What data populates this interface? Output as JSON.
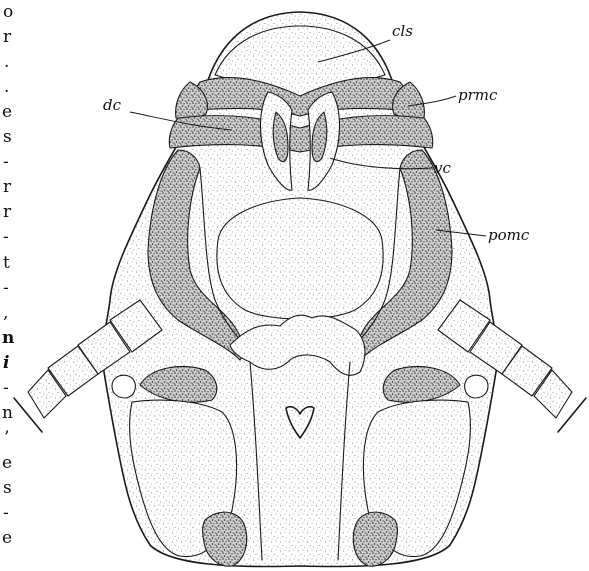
{
  "figure": {
    "labels": {
      "cls": "cls",
      "prmc": "prmc",
      "dc": "dc",
      "vc": "vc",
      "pomc": "pomc"
    },
    "margin_glyphs": [
      "o",
      "r",
      ".",
      ".",
      "e",
      "s",
      "-",
      "r",
      "r",
      "-",
      "t",
      "-",
      ",",
      "n",
      "i",
      "-",
      "n",
      "’",
      "e",
      "s",
      "-",
      "e"
    ],
    "colors": {
      "ink": "#1a1a1a",
      "stipple_light": "#bdbdbd",
      "stipple_dark": "#555555",
      "paper": "#ffffff"
    }
  }
}
